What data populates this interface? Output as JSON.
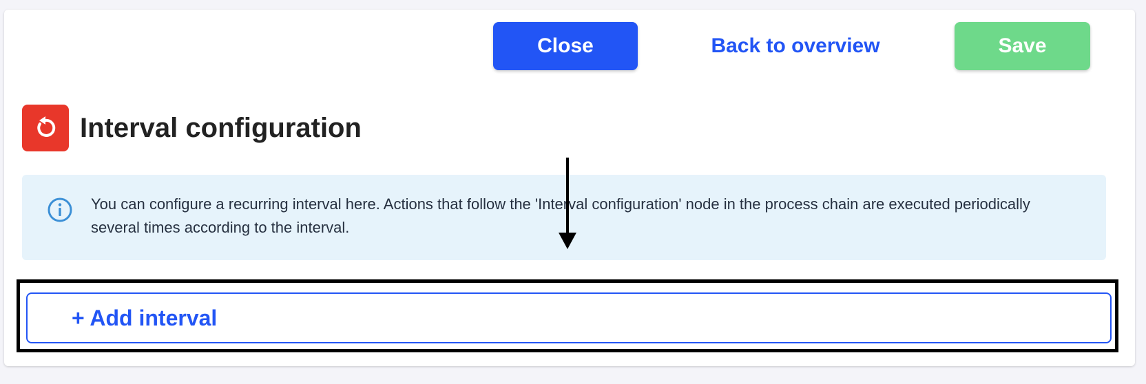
{
  "header": {
    "close_label": "Close",
    "back_label": "Back to overview",
    "save_label": "Save"
  },
  "section": {
    "title": "Interval configuration",
    "icon": "refresh-icon"
  },
  "info": {
    "icon": "info-icon",
    "text": "You can configure a recurring interval here. Actions that follow the 'Interval configuration' node in the process chain are executed periodically several times according to the interval."
  },
  "actions": {
    "add_interval_label": "+ Add interval"
  },
  "colors": {
    "primary": "#2255f5",
    "save": "#6ed98a",
    "section_icon_bg": "#e8372a",
    "info_bg": "#e6f3fb"
  }
}
